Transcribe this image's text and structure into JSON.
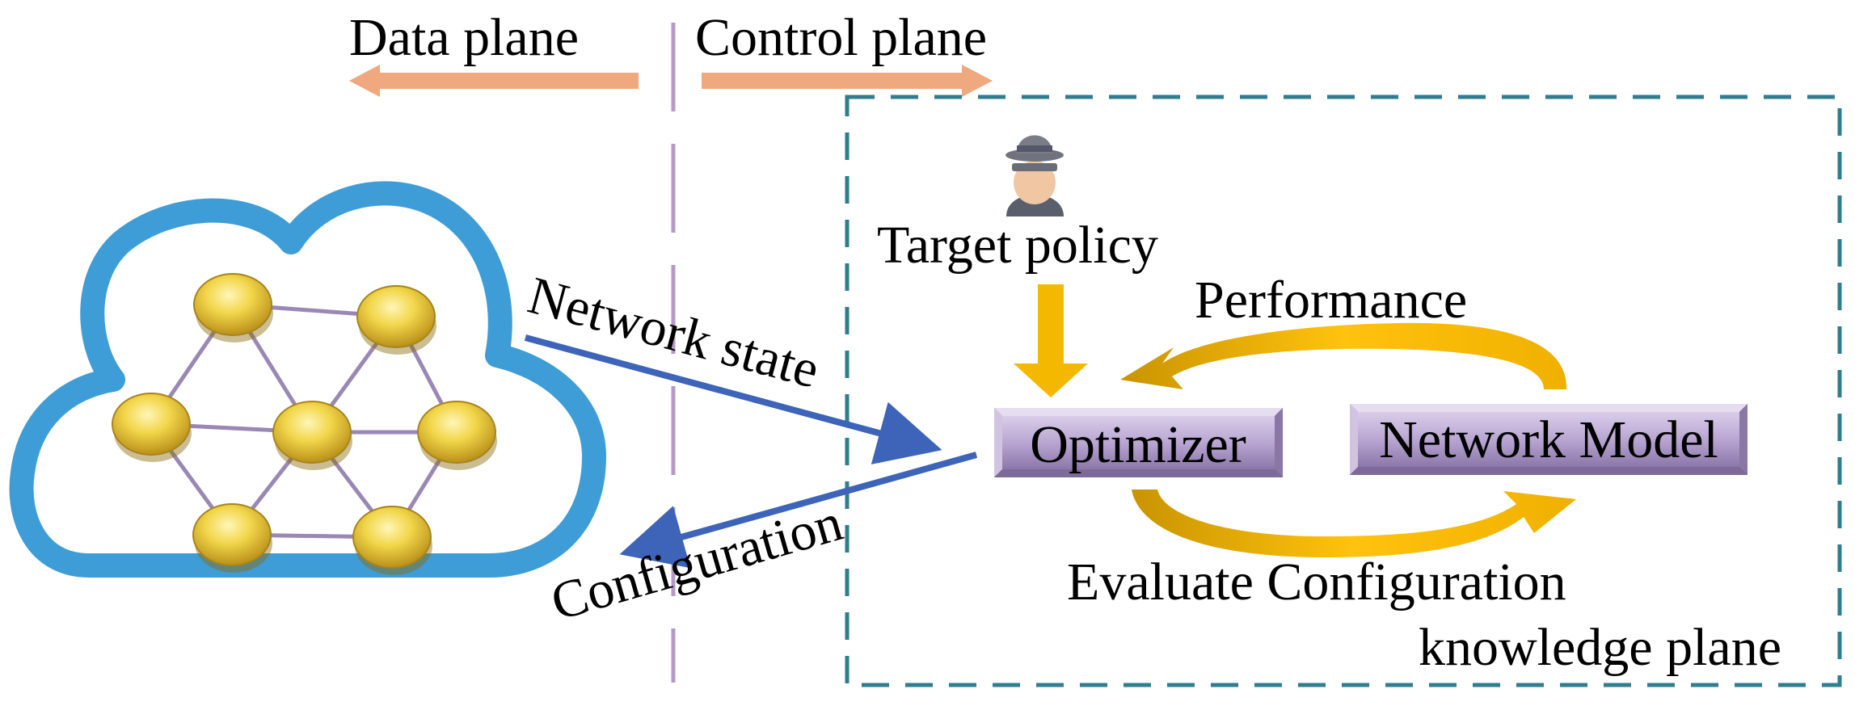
{
  "labels": {
    "data_plane": "Data plane",
    "control_plane": "Control plane",
    "target_policy": "Target policy",
    "performance": "Performance",
    "network_state": "Network state",
    "configuration": "Configuration",
    "evaluate_configuration": "Evaluate Configuration",
    "knowledge_plane": "knowledge plane"
  },
  "boxes": {
    "optimizer": "Optimizer",
    "network_model": "Network Model"
  },
  "icons": {
    "policy_user": "user-with-hat-icon",
    "network_cloud": "cloud-icon"
  },
  "colors": {
    "plane_arrow": "#f0a87e",
    "divider": "#b49ac8",
    "kp_border": "#2f7d8f",
    "cloud": "#3e9dd6",
    "node": "#e8c83a",
    "edge": "#9a88b4",
    "blue_arrow": "#3d64b8",
    "gold_arrow": "#f5b800",
    "box": "#b9a6d2"
  }
}
